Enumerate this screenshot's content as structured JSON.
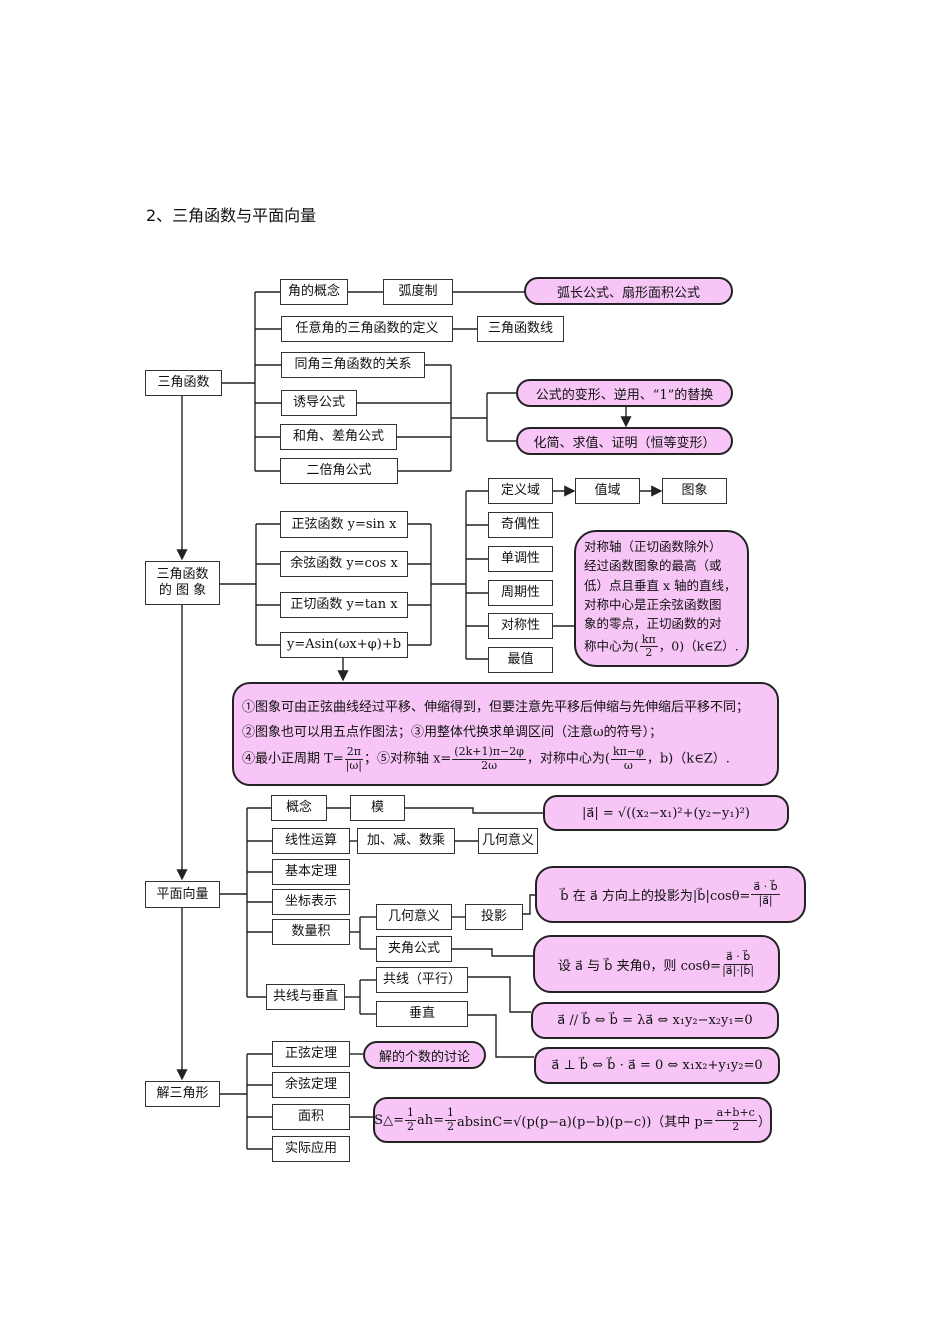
{
  "title": "2、三角函数与平面向量",
  "colors": {
    "highlight": "#f7c6f7",
    "border": "#222222"
  },
  "trig": {
    "root": "三角函数",
    "angle_concept": "角的概念",
    "radian": "弧度制",
    "arc_formula": "弧长公式、扇形面积公式",
    "def": "任意角的三角函数的定义",
    "trig_line": "三角函数线",
    "same_angle": "同角三角函数的关系",
    "induction": "诱导公式",
    "sum_diff": "和角、差角公式",
    "double": "二倍角公式",
    "transform": "公式的变形、逆用、“1”的替换",
    "simplify": "化简、求值、证明（恒等变形）"
  },
  "graph": {
    "root_l1": "三角函数",
    "root_l2": "的 图 象",
    "sin": "正弦函数 y=sin x",
    "cos": "余弦函数 y=cos x",
    "tan": "正切函数 y=tan x",
    "general": "y=Asin(ωx+φ)+b",
    "domain": "定义域",
    "range": "值域",
    "image": "图象",
    "parity": "奇偶性",
    "monotonic": "单调性",
    "period": "周期性",
    "symmetry": "对称性",
    "extreme": "最值",
    "sym_lines": [
      "对称轴（正切函数除外）",
      "经过函数图象的最高（或",
      "低）点且垂直 x 轴的直线，",
      "对称中心是正余弦函数图",
      "象的零点，正切函数的对"
    ],
    "sym_last": {
      "pre": "称中心为(",
      "num": "kπ",
      "den": "2",
      "post": "，0)（k∈Z）."
    },
    "notes": {
      "l1": "①图象可由正弦曲线经过平移、伸缩得到，但要注意先平移后伸缩与先伸缩后平移不同；",
      "l2": "②图象也可以用五点作图法；③用整体代换求单调区间（注意ω的符号）；",
      "l3": {
        "a": "④最小正周期 T=",
        "f1n": "2π",
        "f1d": "|ω|",
        "b": "；⑤对称轴 x=",
        "f2n": "(2k+1)π−2φ",
        "f2d": "2ω",
        "c": "，对称中心为(",
        "f3n": "kπ−φ",
        "f3d": "ω",
        "d": "，b)（k∈Z）."
      }
    }
  },
  "vector": {
    "root": "平面向量",
    "concept": "概念",
    "modulus": "模",
    "modulus_formula": "|a⃗| = √((x₂−x₁)²+(y₂−y₁)²)",
    "linear": "线性运算",
    "ops": "加、减、数乘",
    "geo_meaning": "几何意义",
    "basic": "基本定理",
    "coord": "坐标表示",
    "dot": "数量积",
    "dot_geo": "几何意义",
    "projection": "投影",
    "proj_formula": {
      "pre": "b⃗ 在 a⃗ 方向上的投影为|b⃗|cosθ=",
      "num": "a⃗ · b⃗",
      "den": "|a⃗|"
    },
    "angle_formula_label": "夹角公式",
    "angle_formula": {
      "pre": "设 a⃗ 与 b⃗ 夹角θ，则 cosθ=",
      "num": "a⃗ · b⃗",
      "den": "|a⃗|·|b⃗|"
    },
    "col_perp": "共线与垂直",
    "collinear": "共线（平行）",
    "perp": "垂直",
    "parallel_formula": "a⃗ // b⃗ ⇔ b⃗ = λa⃗ ⇔ x₁y₂−x₂y₁=0",
    "perp_formula": "a⃗ ⊥ b⃗ ⇔ b⃗ · a⃗ = 0 ⇔ x₁x₂+y₁y₂=0"
  },
  "triangle": {
    "root": "解三角形",
    "sine_law": "正弦定理",
    "solutions": "解的个数的讨论",
    "cosine_law": "余弦定理",
    "area": "面积",
    "applied": "实际应用",
    "area_formula": {
      "a": "S△=",
      "h1n": "1",
      "h1d": "2",
      "b": "ah=",
      "h2n": "1",
      "h2d": "2",
      "c": "absinC=√(p(p−a)(p−b)(p−c))（其中 p=",
      "pn": "a+b+c",
      "pd": "2",
      "d": "）"
    }
  }
}
